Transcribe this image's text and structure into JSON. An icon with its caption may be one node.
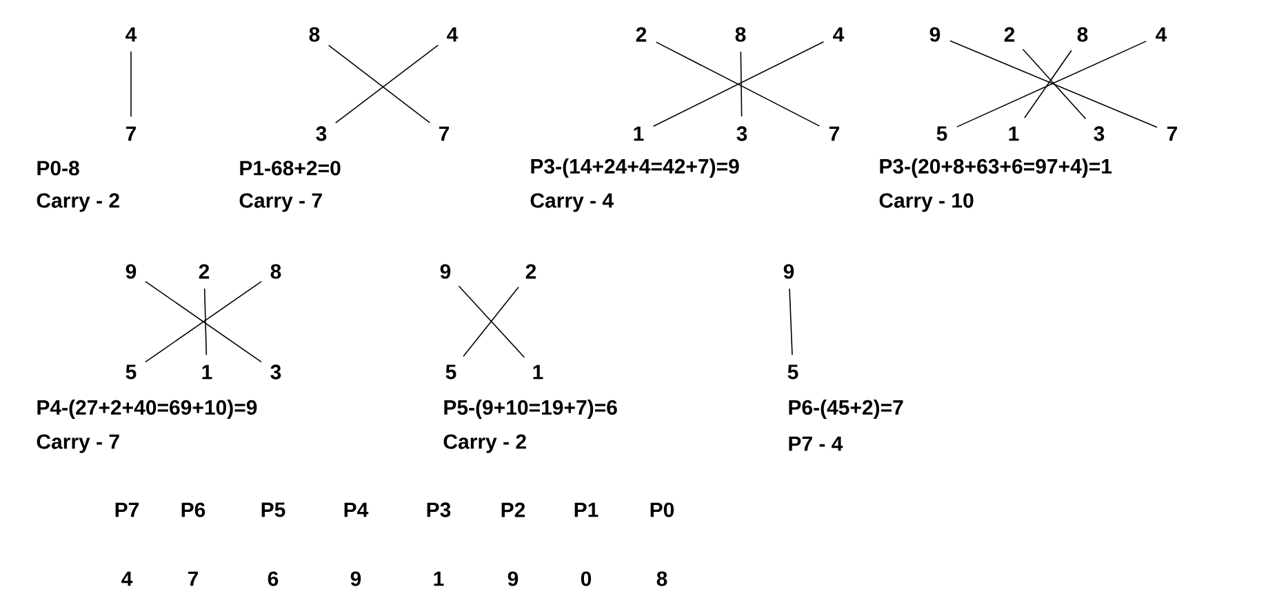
{
  "diagram": {
    "nodes": [
      {
        "text": [
          "4"
        ]
      },
      {
        "text": [
          "7"
        ]
      },
      {
        "text": [
          "8"
        ]
      },
      {
        "text": [
          "4"
        ]
      },
      {
        "text": [
          "3"
        ]
      },
      {
        "text": [
          "7"
        ]
      },
      {
        "text": [
          "2"
        ]
      },
      {
        "text": [
          "8"
        ]
      },
      {
        "text": [
          "4"
        ]
      },
      {
        "text": [
          "1"
        ]
      },
      {
        "text": [
          "3"
        ]
      },
      {
        "text": [
          "7"
        ]
      },
      {
        "text": [
          "9"
        ]
      },
      {
        "text": [
          "2"
        ]
      },
      {
        "text": [
          "8"
        ]
      },
      {
        "text": [
          "4"
        ]
      },
      {
        "text": [
          "5"
        ]
      },
      {
        "text": [
          "1"
        ]
      },
      {
        "text": [
          "3"
        ]
      },
      {
        "text": [
          "7"
        ]
      },
      {
        "text": [
          "9"
        ]
      },
      {
        "text": [
          "2"
        ]
      },
      {
        "text": [
          "8"
        ]
      },
      {
        "text": [
          "5"
        ]
      },
      {
        "text": [
          "1"
        ]
      },
      {
        "text": [
          "3"
        ]
      },
      {
        "text": [
          "9"
        ]
      },
      {
        "text": [
          "2"
        ]
      },
      {
        "text": [
          "5"
        ]
      },
      {
        "text": [
          "1"
        ]
      },
      {
        "text": [
          "9"
        ]
      },
      {
        "text": [
          "5"
        ]
      }
    ],
    "edges": [
      {
        "from": 0,
        "to": 1,
        "arrow": "none"
      },
      {
        "from": 2,
        "to": 5,
        "arrow": "none"
      },
      {
        "from": 3,
        "to": 4,
        "arrow": "none"
      },
      {
        "from": 6,
        "to": 11,
        "arrow": "none"
      },
      {
        "from": 7,
        "to": 10,
        "arrow": "none"
      },
      {
        "from": 8,
        "to": 9,
        "arrow": "none"
      },
      {
        "from": 12,
        "to": 19,
        "arrow": "none"
      },
      {
        "from": 13,
        "to": 18,
        "arrow": "none"
      },
      {
        "from": 14,
        "to": 17,
        "arrow": "none"
      },
      {
        "from": 15,
        "to": 16,
        "arrow": "none"
      },
      {
        "from": 20,
        "to": 25,
        "arrow": "none"
      },
      {
        "from": 21,
        "to": 24,
        "arrow": "none"
      },
      {
        "from": 22,
        "to": 23,
        "arrow": "none"
      },
      {
        "from": 26,
        "to": 29,
        "arrow": "none"
      },
      {
        "from": 27,
        "to": 28,
        "arrow": "none"
      },
      {
        "from": 30,
        "to": 31,
        "arrow": "none"
      }
    ],
    "labels": [
      "P0-8",
      "P1-68+2=0",
      "P3-(14+24+4=42+7)=9",
      "P3-(20+8+63+6=97+4)=1",
      "Carry - 2",
      "Carry - 7",
      "Carry - 4",
      "Carry - 10",
      "P4-(27+2+40=69+10)=9",
      "P5-(9+10=19+7)=6",
      "P6-(45+2)=7",
      "Carry - 7",
      "Carry - 2",
      "P7 - 4",
      "P7",
      "P6",
      "P5",
      "P4",
      "P3",
      "P2",
      "P1",
      "P0",
      "4",
      "7",
      "6",
      "9",
      "1",
      "9",
      "0",
      "8"
    ]
  }
}
